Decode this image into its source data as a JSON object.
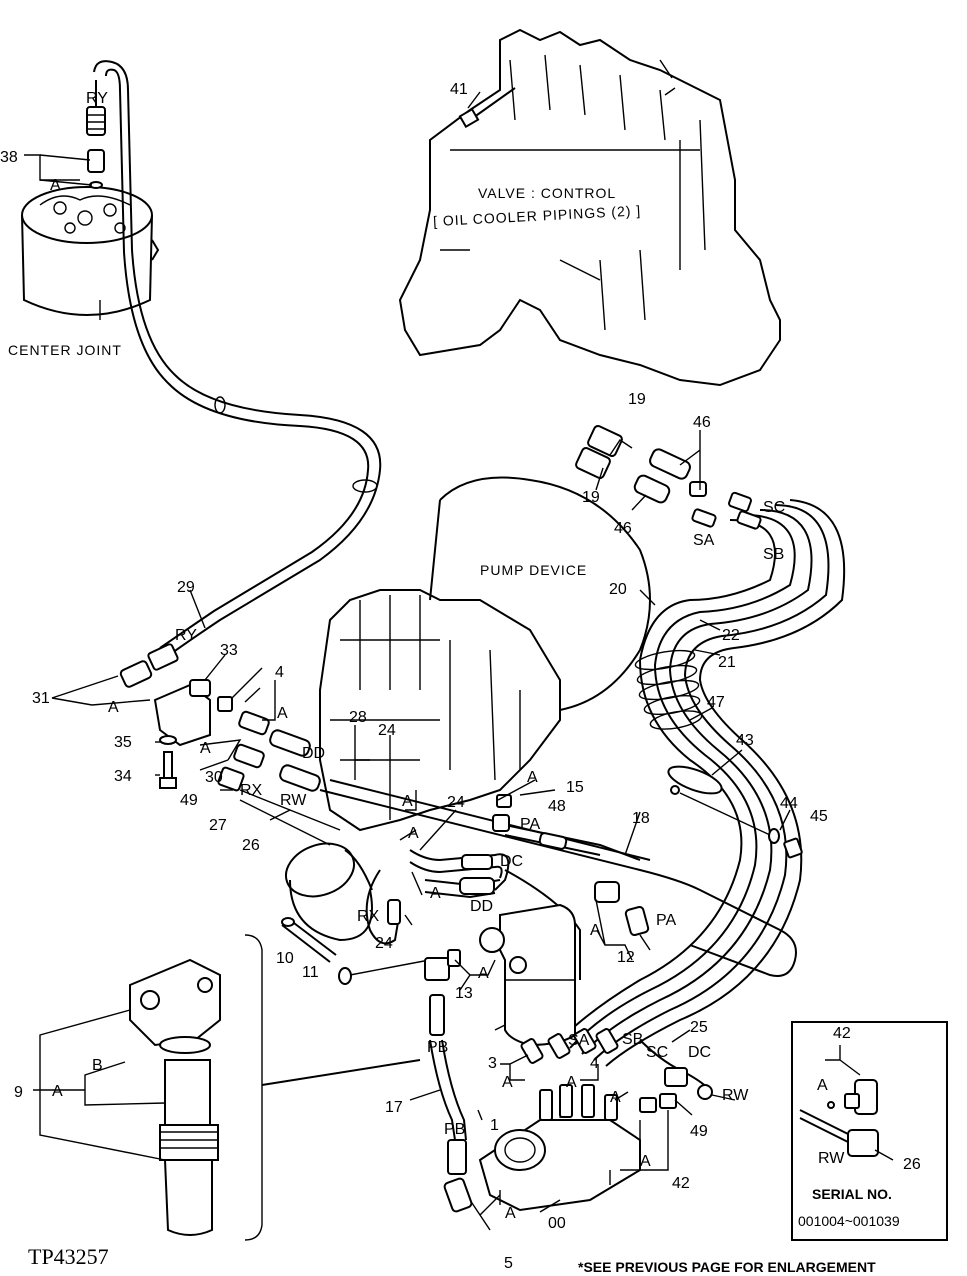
{
  "component_labels": {
    "valve_line1": "VALVE : CONTROL",
    "valve_line2": "[ OIL COOLER PIPINGS (2) ]",
    "center_joint": "CENTER JOINT",
    "pump_device": "PUMP DEVICE"
  },
  "callouts": {
    "n1": "1",
    "n3": "3",
    "n4a": "4",
    "n4b": "4",
    "n5": "5",
    "n9": "9",
    "n10": "10",
    "n11": "11",
    "n12": "12",
    "n13": "13",
    "n15": "15",
    "n17": "17",
    "n18": "18",
    "n19a": "19",
    "n19b": "19",
    "n20": "20",
    "n21": "21",
    "n22": "22",
    "n24a": "24",
    "n24b": "24",
    "n24c": "24",
    "n25": "25",
    "n26a": "26",
    "n26b": "26",
    "n27": "27",
    "n28": "28",
    "n29": "29",
    "n30": "30",
    "n31": "31",
    "n33": "33",
    "n34": "34",
    "n35": "35",
    "n38": "38",
    "n41": "41",
    "n42a": "42",
    "n42b": "42",
    "n43": "43",
    "n44": "44",
    "n45": "45",
    "n46a": "46",
    "n46b": "46",
    "n47": "47",
    "n48": "48",
    "n49a": "49",
    "n49b": "49",
    "n00": "00"
  },
  "port_labels": {
    "ry_top": "RY",
    "ry_mid": "RY",
    "rx": "RX",
    "rx_low": "RX",
    "rw_left": "RW",
    "rw_right": "RW",
    "rw_inset": "RW",
    "dd_top": "DD",
    "dd_low": "DD",
    "dc_mid": "DC",
    "dc_low": "DC",
    "pa_top": "PA",
    "pa_right": "PA",
    "pb_top": "PB",
    "pb_low": "PB",
    "sa_top": "SA",
    "sa_low": "SA",
    "sb_top": "SB",
    "sb_low": "SB",
    "sc_top": "SC",
    "sc_low": "SC"
  },
  "group_letters": {
    "a1": "A",
    "a2": "A",
    "a3": "A",
    "a4": "A",
    "a5": "A",
    "a6": "A",
    "a7": "A",
    "a8": "A",
    "a9": "A",
    "a10": "A",
    "a11": "A",
    "a12": "A",
    "a13": "A",
    "a14": "A",
    "a15": "A",
    "a16": "A",
    "a17": "A",
    "b1": "B"
  },
  "inset": {
    "serial_label": "SERIAL NO.",
    "serial_range": "001004~001039"
  },
  "figure_id": "TP43257",
  "footnote": "*SEE PREVIOUS PAGE FOR ENLARGEMENT"
}
